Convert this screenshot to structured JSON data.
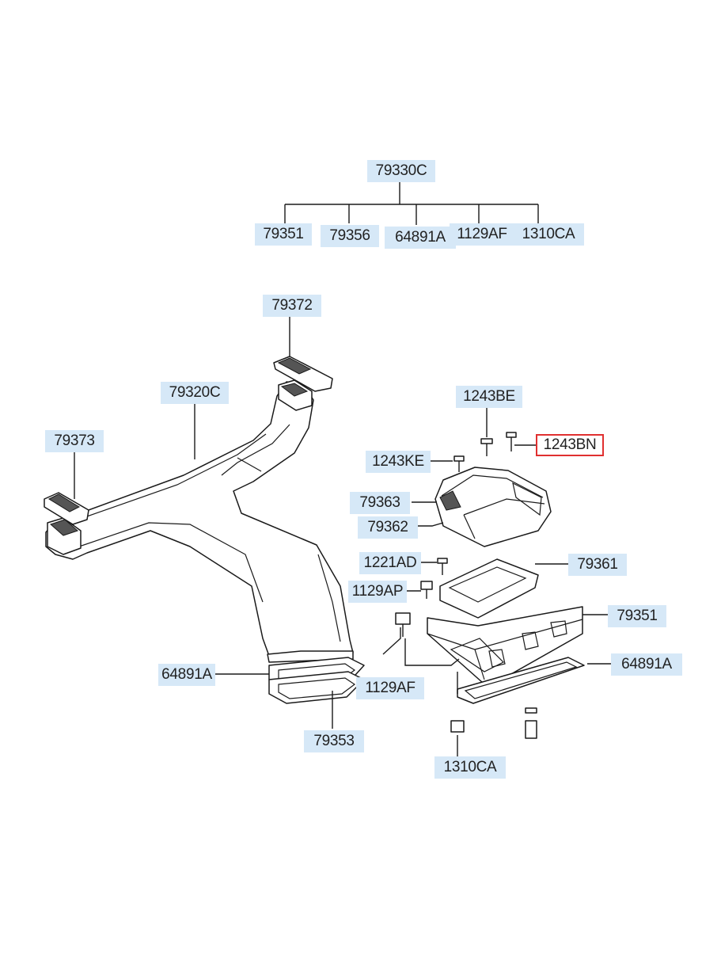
{
  "callouts": {
    "c79330C": "79330C",
    "c79351_top": "79351",
    "c79356": "79356",
    "c64891A_top": "64891A",
    "c1129AF_top": "1129AF",
    "c1310CA_top": "1310CA",
    "c79372": "79372",
    "c79320C": "79320C",
    "c79373": "79373",
    "c1243BE": "1243BE",
    "c1243BN": "1243BN",
    "c1243KE": "1243KE",
    "c79363": "79363",
    "c79362": "79362",
    "c1221AD": "1221AD",
    "c79361": "79361",
    "c1129AP": "1129AP",
    "c79351": "79351",
    "c1129AF": "1129AF",
    "c64891A_left": "64891A",
    "c64891A_right": "64891A",
    "c79353": "79353",
    "c1310CA": "1310CA"
  },
  "highlight": {
    "callout": "c1243BN",
    "color": "#e03030"
  }
}
